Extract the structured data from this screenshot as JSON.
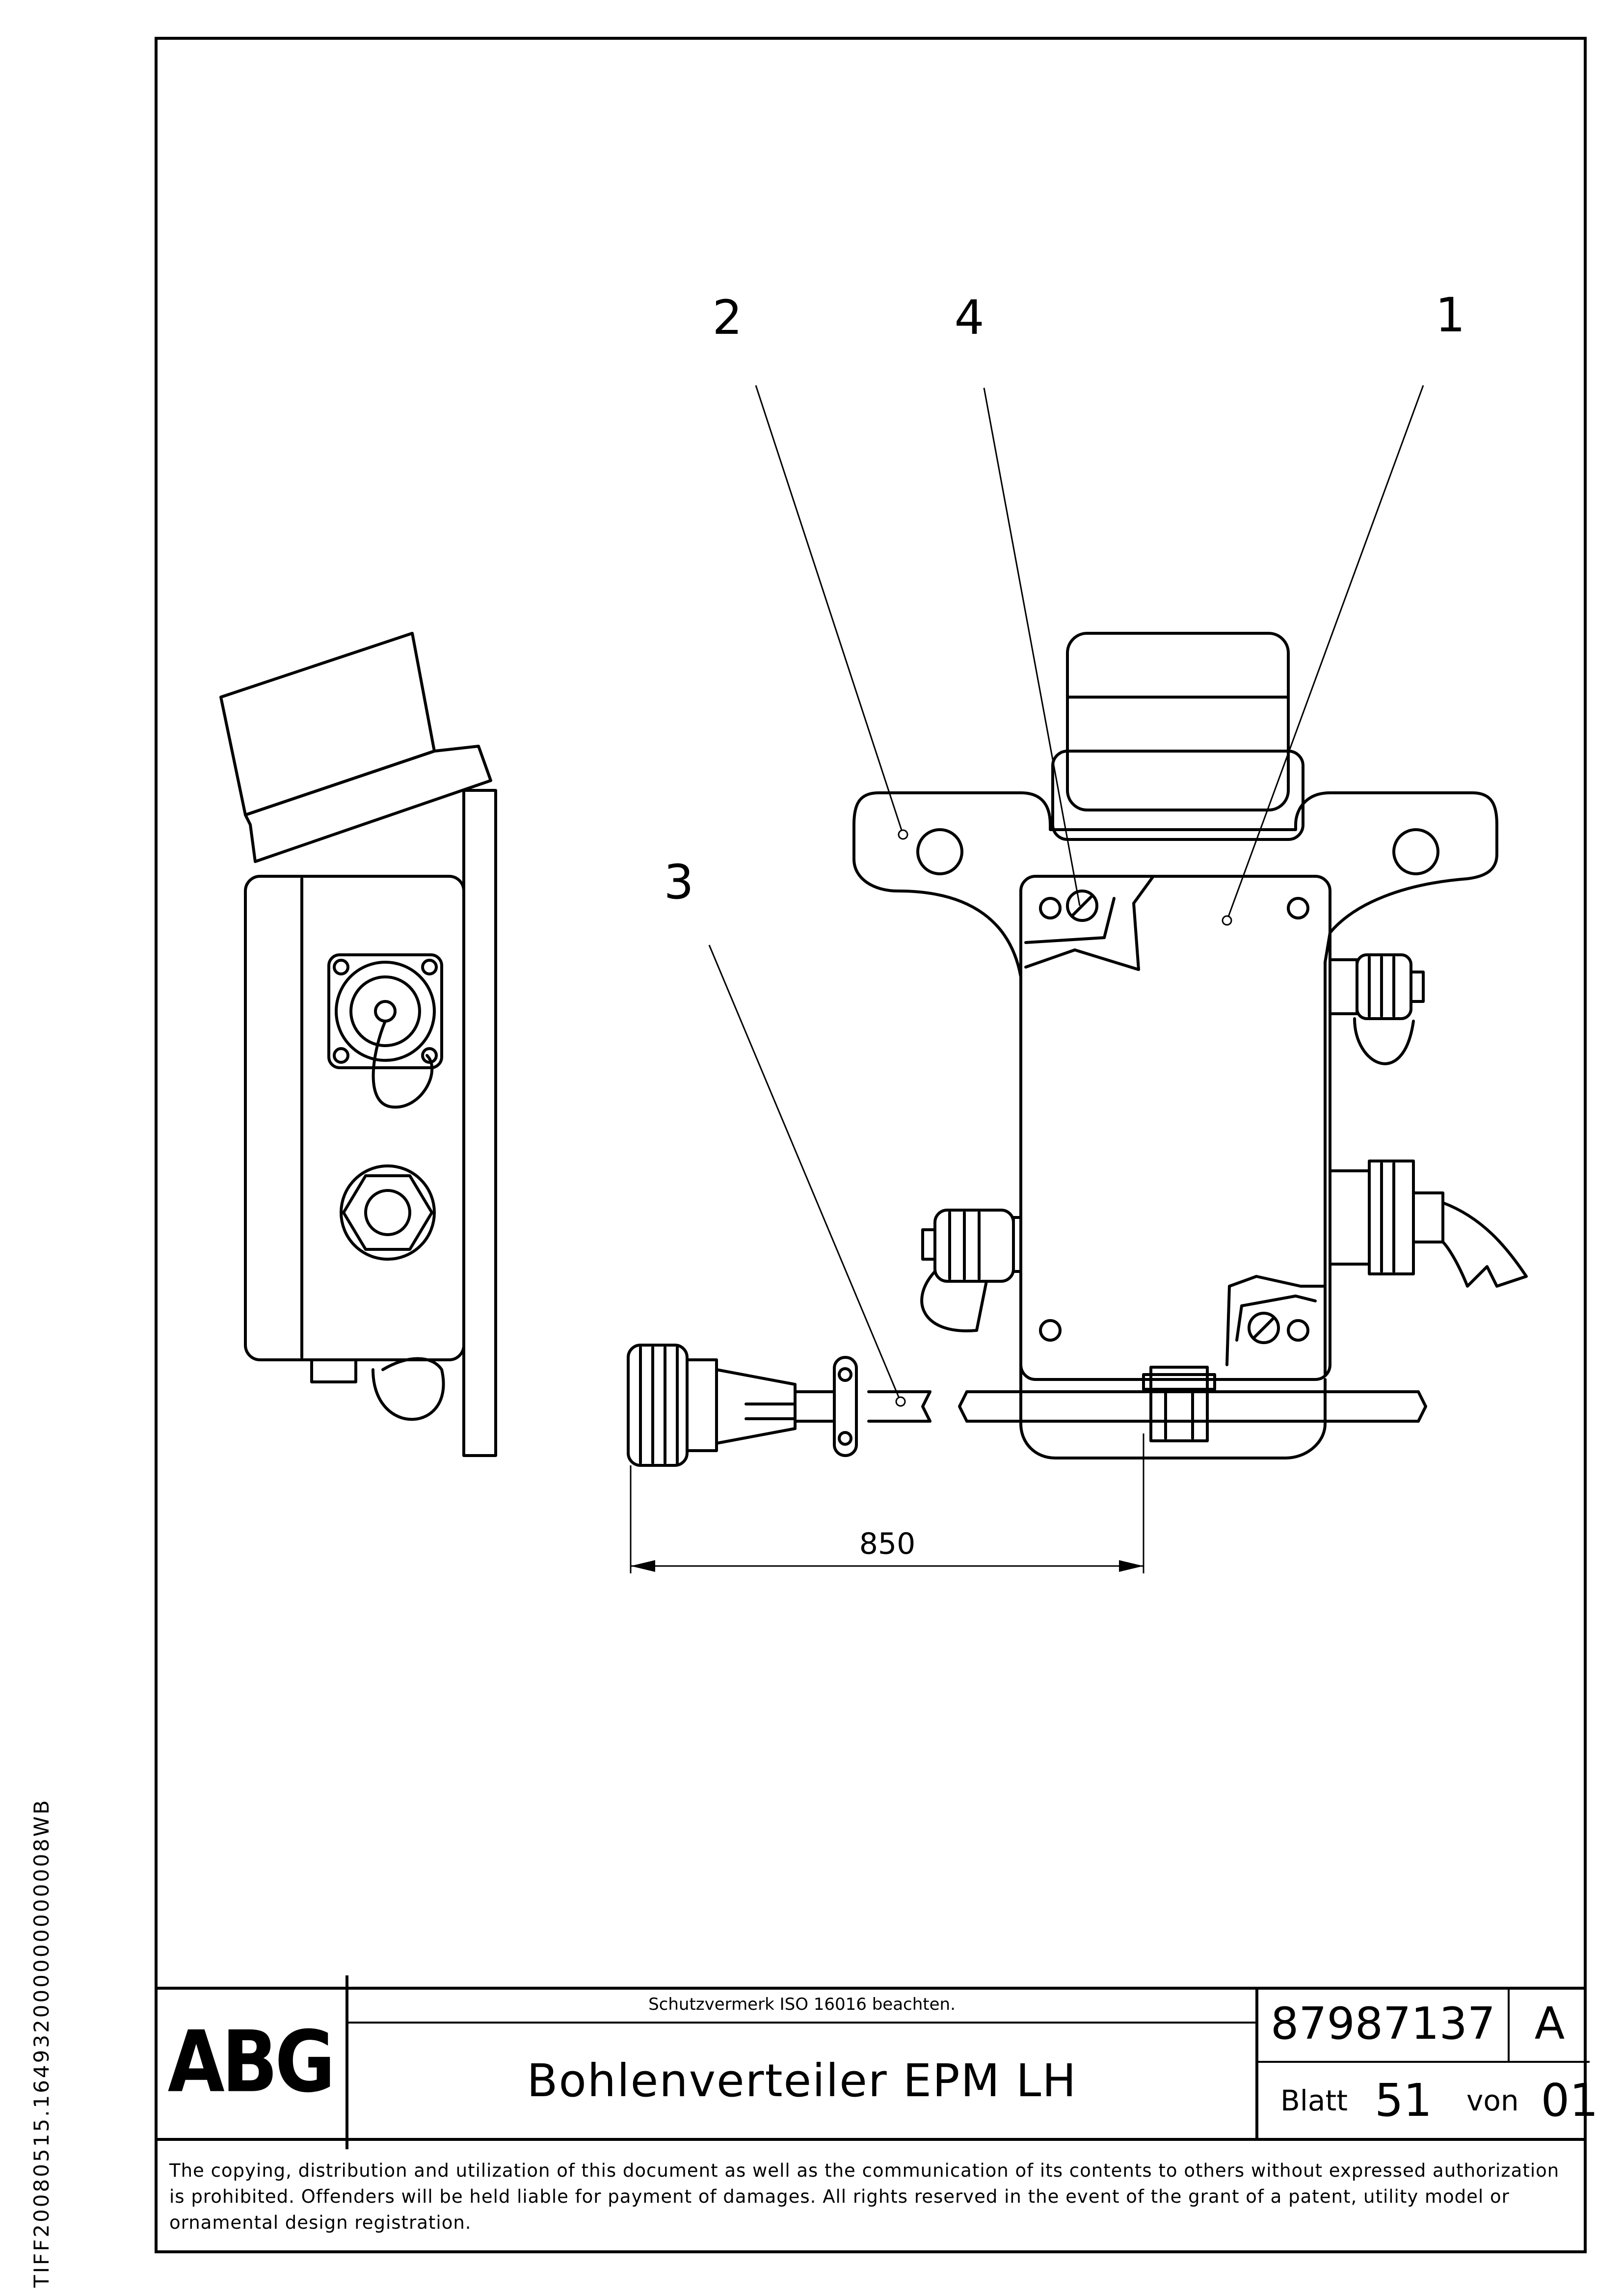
{
  "side_code": "TIFF20080515.164932000000000008WB",
  "drawing": {
    "callouts": [
      "2",
      "4",
      "1",
      "3"
    ],
    "dimension": "850"
  },
  "title_block": {
    "logo": "ABG",
    "protection_note": "Schutzvermerk ISO 16016 beachten.",
    "title": "Bohlenverteiler EPM LH",
    "document_number": "87987137",
    "revision": "A",
    "sheet_label": "Blatt",
    "sheet_number": "51",
    "of_label": "von",
    "sheet_total": "01"
  },
  "disclaimer": "The copying, distribution and utilization of this document as well as the communication of its contents to others without expressed authorization is prohibited. Offenders will be held liable for payment of damages. All rights reserved in the event of the grant of a patent, utility model or ornamental design registration."
}
